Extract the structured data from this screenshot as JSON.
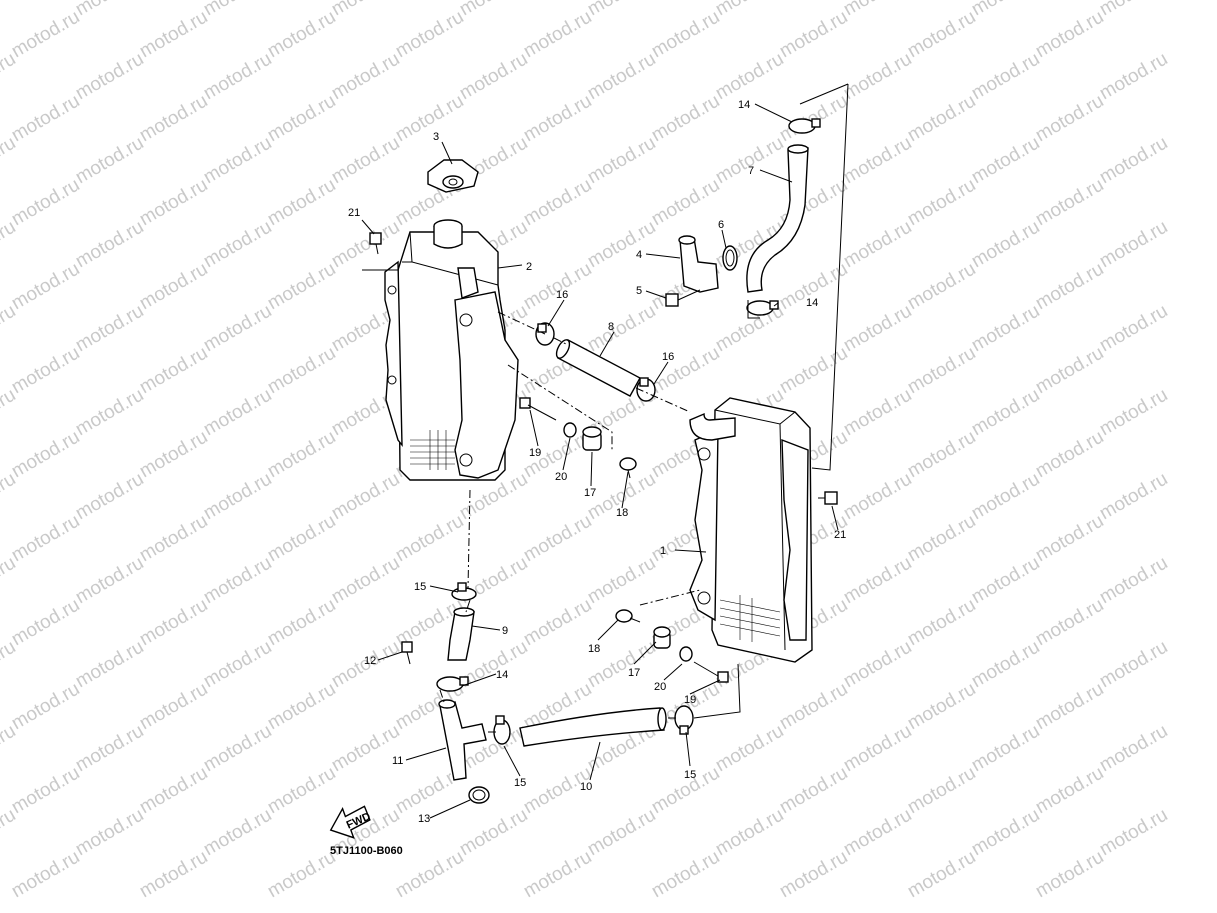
{
  "watermark": "motod.ru",
  "diagram_code": "5TJ1100-B060",
  "fwd_label": "FWD",
  "callouts": {
    "c1": "1",
    "c2": "2",
    "c3": "3",
    "c4": "4",
    "c5": "5",
    "c6": "6",
    "c7": "7",
    "c8": "8",
    "c9": "9",
    "c10": "10",
    "c11": "11",
    "c12": "12",
    "c13": "13",
    "c14a": "14",
    "c14b": "14",
    "c14c": "14",
    "c15a": "15",
    "c15b": "15",
    "c15c": "15",
    "c16a": "16",
    "c16b": "16",
    "c17a": "17",
    "c17b": "17",
    "c18a": "18",
    "c18b": "18",
    "c19a": "19",
    "c19b": "19",
    "c20a": "20",
    "c20b": "20",
    "c21a": "21",
    "c21b": "21"
  }
}
